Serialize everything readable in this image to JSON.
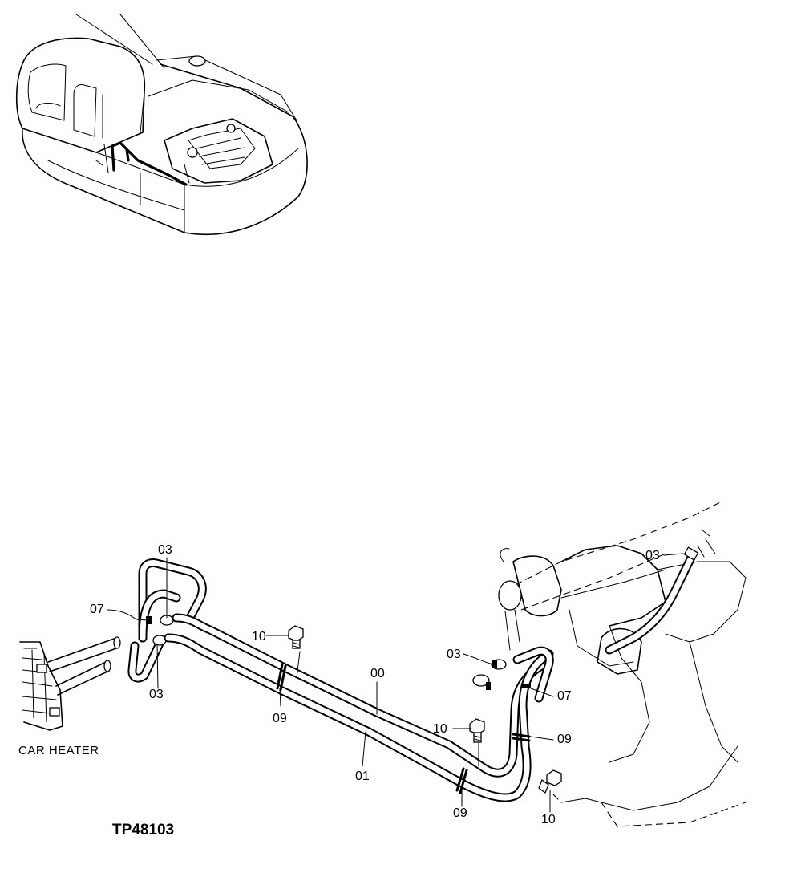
{
  "diagram": {
    "drawing_code": "TP48103",
    "caption": "CAR HEATER",
    "callouts": [
      {
        "id": "c03a",
        "text": "03"
      },
      {
        "id": "c07a",
        "text": "07"
      },
      {
        "id": "c03b",
        "text": "03"
      },
      {
        "id": "c10a",
        "text": "10"
      },
      {
        "id": "c09a",
        "text": "09"
      },
      {
        "id": "c00",
        "text": "00"
      },
      {
        "id": "c01",
        "text": "01"
      },
      {
        "id": "c09b",
        "text": "09"
      },
      {
        "id": "c03c",
        "text": "03"
      },
      {
        "id": "c07b",
        "text": "07"
      },
      {
        "id": "c10b",
        "text": "10"
      },
      {
        "id": "c09c",
        "text": "09"
      },
      {
        "id": "c10c",
        "text": "10"
      },
      {
        "id": "c03d",
        "text": "03"
      }
    ]
  }
}
